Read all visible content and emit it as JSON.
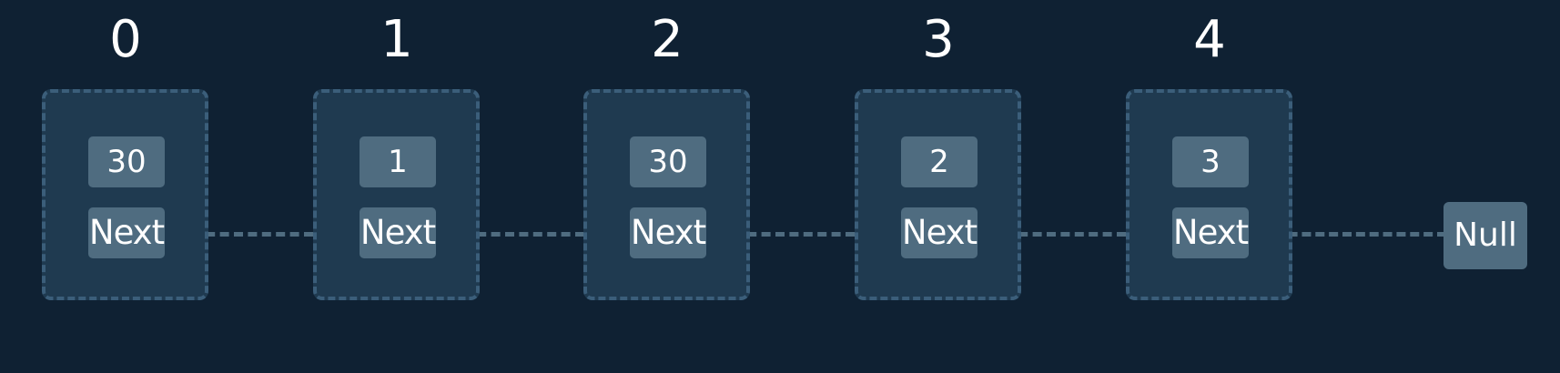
{
  "nodes": [
    {
      "index": "0",
      "value": "30",
      "next_label": "Next"
    },
    {
      "index": "1",
      "value": "1",
      "next_label": "Next"
    },
    {
      "index": "2",
      "value": "30",
      "next_label": "Next"
    },
    {
      "index": "3",
      "value": "2",
      "next_label": "Next"
    },
    {
      "index": "4",
      "value": "3",
      "next_label": "Next"
    }
  ],
  "null_label": "Null",
  "colors": {
    "background": "#0f2133",
    "node_fill": "#1f3a50",
    "node_border": "#3b5e7a",
    "box_fill": "#4f6c80",
    "text": "#ffffff"
  }
}
